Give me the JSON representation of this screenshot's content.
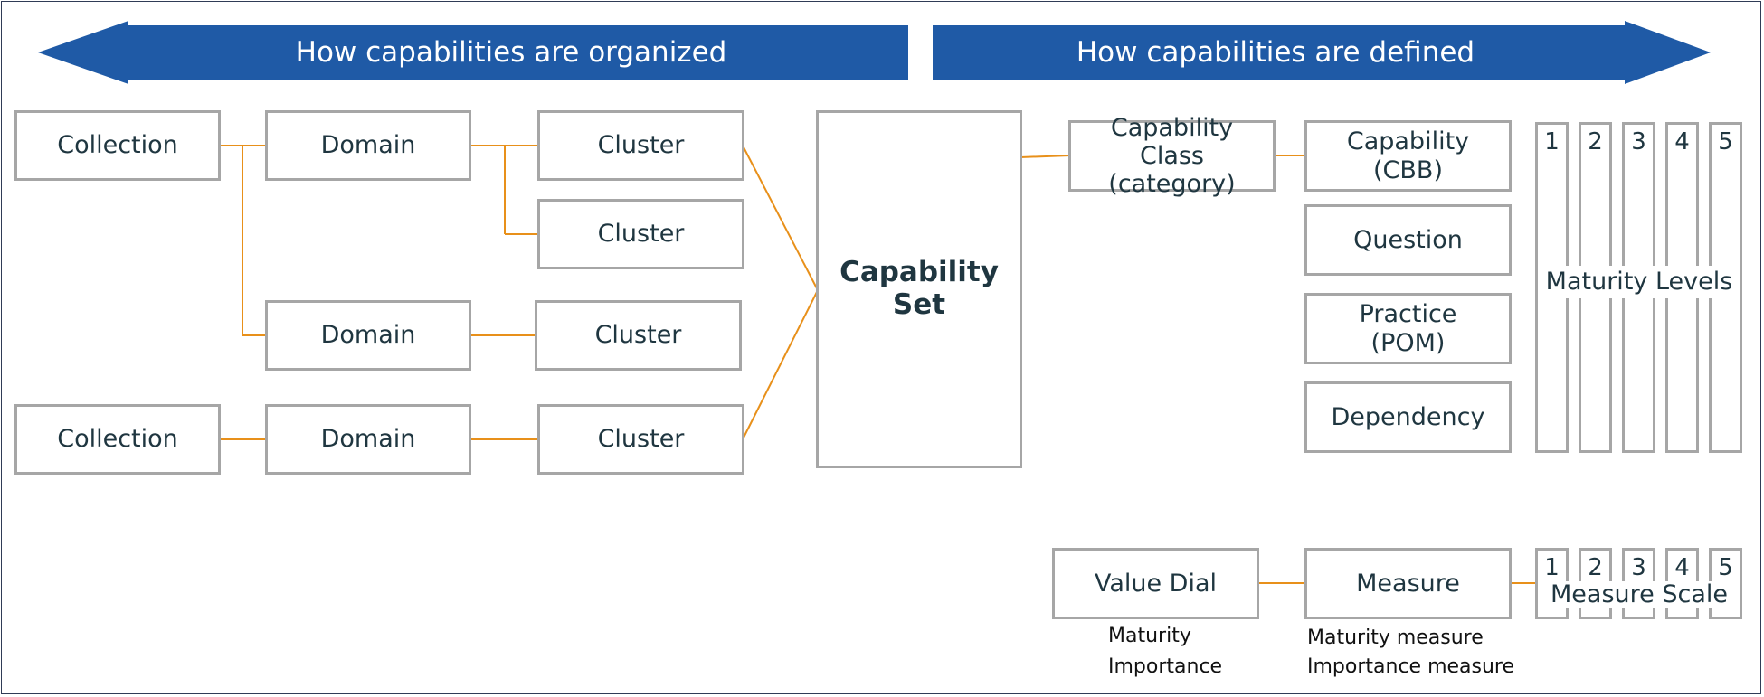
{
  "header": {
    "organized_label": "How capabilities are organized",
    "defined_label": "How capabilities are defined",
    "arrow_color": "#1f5aa6",
    "connector_color": "#e8901a"
  },
  "hierarchy": {
    "collection_1": "Collection",
    "collection_2": "Collection",
    "domain_1": "Domain",
    "domain_2": "Domain",
    "domain_3": "Domain",
    "cluster_1": "Cluster",
    "cluster_2": "Cluster",
    "cluster_3": "Cluster",
    "cluster_4": "Cluster",
    "capability_set": "Capability Set"
  },
  "definition": {
    "capability_class": "Capability Class (category)",
    "capability": "Capability (CBB)",
    "question": "Question",
    "practice": "Practice (POM)",
    "dependency": "Dependency",
    "maturity_levels_label": "Maturity Levels",
    "levels": [
      "1",
      "2",
      "3",
      "4",
      "5"
    ]
  },
  "measurement": {
    "value_dial": "Value Dial",
    "measure": "Measure",
    "measure_scale_label": "Measure Scale",
    "scale": [
      "1",
      "2",
      "3",
      "4",
      "5"
    ],
    "value_dial_notes": [
      "Maturity",
      "Importance"
    ],
    "measure_notes": [
      "Maturity measure",
      "Importance measure"
    ]
  }
}
